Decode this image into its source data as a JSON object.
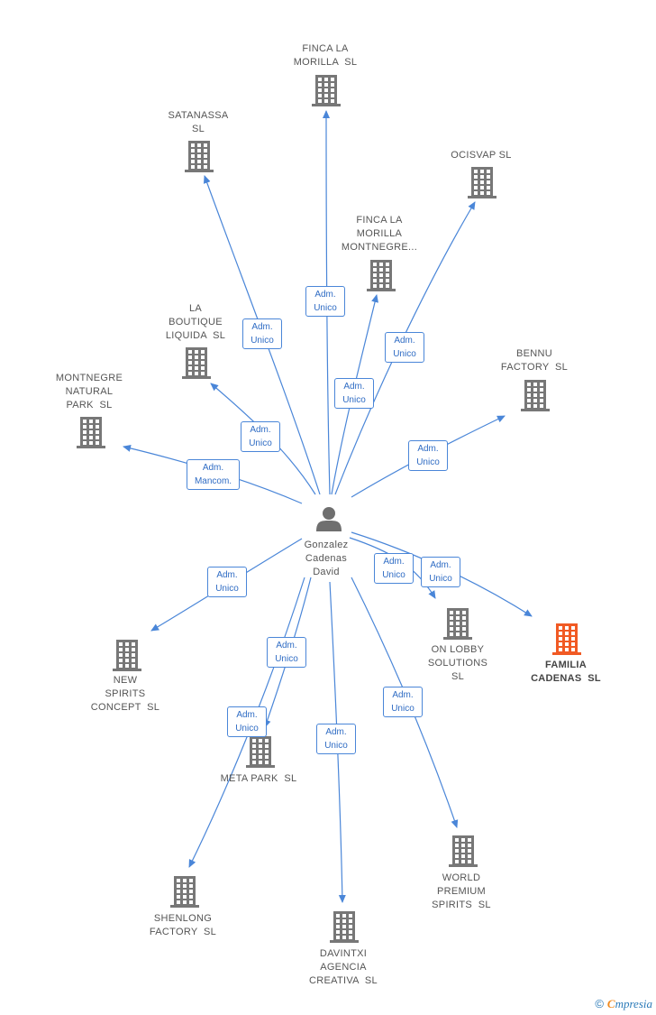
{
  "center": {
    "name_lines": [
      "Gonzalez",
      "Cadenas",
      "David"
    ]
  },
  "colors": {
    "edge": "#4a86d8",
    "building": "#777777",
    "highlight": "#f15a24",
    "person": "#6f6f6f"
  },
  "nodes": [
    {
      "id": "finca-la-morilla-sl",
      "lines": [
        "FINCA LA",
        "MORILLA  SL"
      ],
      "highlight": false
    },
    {
      "id": "satanassa-sl",
      "lines": [
        "SATANASSA",
        "SL"
      ],
      "highlight": false
    },
    {
      "id": "ocisvap-sl",
      "lines": [
        "OCISVAP SL"
      ],
      "highlight": false
    },
    {
      "id": "finca-la-morilla-montnegre",
      "lines": [
        "FINCA LA",
        "MORILLA",
        "MONTNEGRE..."
      ],
      "highlight": false
    },
    {
      "id": "la-boutique-liquida-sl",
      "lines": [
        "LA",
        "BOUTIQUE",
        "LIQUIDA  SL"
      ],
      "highlight": false
    },
    {
      "id": "bennu-factory-sl",
      "lines": [
        "BENNU",
        "FACTORY  SL"
      ],
      "highlight": false
    },
    {
      "id": "montnegre-natural-park-sl",
      "lines": [
        "MONTNEGRE",
        "NATURAL",
        "PARK  SL"
      ],
      "highlight": false
    },
    {
      "id": "on-lobby-solutions-sl",
      "lines": [
        "ON LOBBY",
        "SOLUTIONS",
        "SL"
      ],
      "highlight": false
    },
    {
      "id": "familia-cadenas-sl",
      "lines": [
        "FAMILIA",
        "CADENAS  SL"
      ],
      "highlight": true
    },
    {
      "id": "new-spirits-concept-sl",
      "lines": [
        "NEW",
        "SPIRITS",
        "CONCEPT  SL"
      ],
      "highlight": false
    },
    {
      "id": "meta-park-sl",
      "lines": [
        "META PARK  SL"
      ],
      "highlight": false
    },
    {
      "id": "world-premium-spirits-sl",
      "lines": [
        "WORLD",
        "PREMIUM",
        "SPIRITS  SL"
      ],
      "highlight": false
    },
    {
      "id": "shenlong-factory-sl",
      "lines": [
        "SHENLONG",
        "FACTORY  SL"
      ],
      "highlight": false
    },
    {
      "id": "davintxi-agencia-creativa-sl",
      "lines": [
        "DAVINTXI",
        "AGENCIA",
        "CREATIVA  SL"
      ],
      "highlight": false
    }
  ],
  "edges": [
    {
      "to": "finca-la-morilla-sl",
      "lines": [
        "Adm.",
        "Unico"
      ]
    },
    {
      "to": "satanassa-sl",
      "lines": [
        "Adm.",
        "Unico"
      ]
    },
    {
      "to": "ocisvap-sl",
      "lines": [
        "Adm.",
        "Unico"
      ]
    },
    {
      "to": "finca-la-morilla-montnegre",
      "lines": [
        "Adm.",
        "Unico"
      ]
    },
    {
      "to": "la-boutique-liquida-sl",
      "lines": [
        "Adm.",
        "Unico"
      ]
    },
    {
      "to": "bennu-factory-sl",
      "lines": [
        "Adm.",
        "Unico"
      ]
    },
    {
      "to": "montnegre-natural-park-sl",
      "lines": [
        "Adm.",
        "Mancom."
      ]
    },
    {
      "to": "on-lobby-solutions-sl",
      "lines": [
        "Adm.",
        "Unico"
      ]
    },
    {
      "to": "familia-cadenas-sl",
      "lines": [
        "Adm.",
        "Unico"
      ]
    },
    {
      "to": "new-spirits-concept-sl",
      "lines": [
        "Adm.",
        "Unico"
      ]
    },
    {
      "to": "meta-park-sl",
      "lines": [
        "Adm.",
        "Unico"
      ]
    },
    {
      "to": "world-premium-spirits-sl",
      "lines": [
        "Adm.",
        "Unico"
      ]
    },
    {
      "to": "shenlong-factory-sl",
      "lines": [
        "Adm.",
        "Unico"
      ]
    },
    {
      "to": "davintxi-agencia-creativa-sl",
      "lines": [
        "Adm.",
        "Unico"
      ]
    }
  ],
  "footer": {
    "copyright": "©",
    "brand_initial": "C",
    "brand_rest": "mpresia"
  }
}
